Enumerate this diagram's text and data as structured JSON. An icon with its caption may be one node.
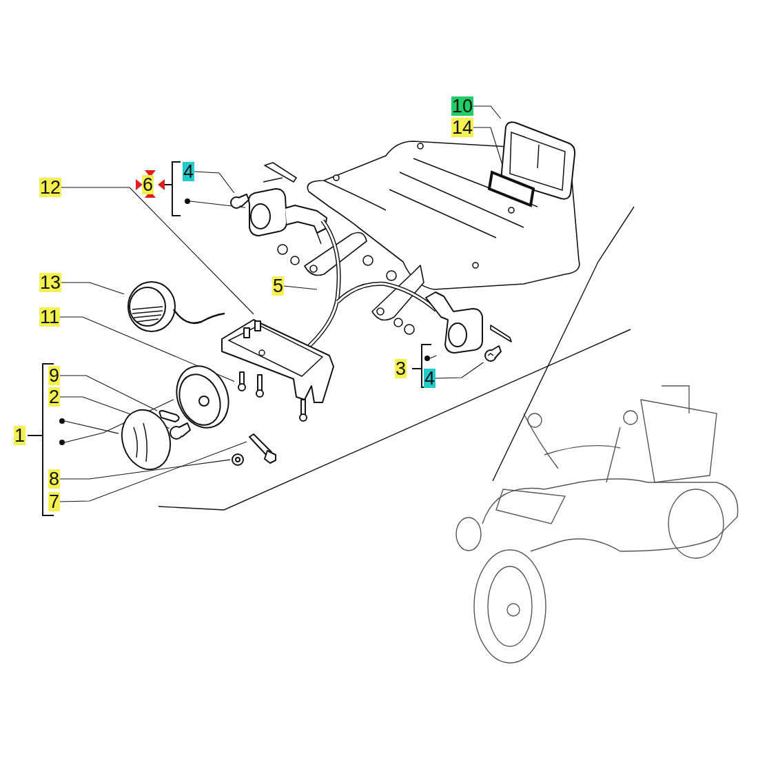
{
  "diagram": {
    "nodes": [
      {
        "text": [
          "10"
        ]
      },
      {
        "text": [
          "14"
        ]
      },
      {
        "text": [],
        "shape": "picture"
      },
      {
        "text": [],
        "shape": "box"
      },
      {
        "text": [
          "4"
        ]
      },
      {
        "text": [
          "6"
        ]
      },
      {
        "text": [],
        "shape": "circle"
      },
      {
        "text": [],
        "shape": "picture"
      },
      {
        "text": [],
        "shape": "picture"
      },
      {
        "text": [
          "12"
        ]
      },
      {
        "text": [
          "13"
        ]
      },
      {
        "text": [],
        "shape": "picture"
      },
      {
        "text": [
          "11"
        ]
      },
      {
        "text": [
          "5"
        ]
      },
      {
        "text": [],
        "shape": "picture"
      },
      {
        "text": [],
        "shape": "picture"
      },
      {
        "text": [],
        "shape": "picture"
      },
      {
        "text": [
          "9"
        ]
      },
      {
        "text": [
          "2"
        ]
      },
      {
        "text": [],
        "shape": "circle"
      },
      {
        "text": [
          "1"
        ]
      },
      {
        "text": [],
        "shape": "circle"
      },
      {
        "text": [
          "8"
        ]
      },
      {
        "text": [
          "7"
        ]
      },
      {
        "text": [],
        "shape": "picture"
      },
      {
        "text": [],
        "shape": "picture"
      },
      {
        "text": [],
        "shape": "picture"
      },
      {
        "text": [],
        "shape": "picture"
      },
      {
        "text": [],
        "shape": "picture"
      },
      {
        "text": [],
        "shape": "picture"
      },
      {
        "text": [
          "3"
        ]
      },
      {
        "text": [],
        "shape": "circle"
      },
      {
        "text": [
          "4"
        ]
      },
      {
        "text": [],
        "shape": "picture"
      },
      {
        "text": [],
        "shape": "picture"
      }
    ],
    "edges": [
      {
        "from": 0,
        "to": 2,
        "arrow": "none"
      },
      {
        "from": 1,
        "to": 3,
        "arrow": "none"
      },
      {
        "from": 4,
        "to": 7,
        "arrow": "none"
      },
      {
        "from": 6,
        "to": 8,
        "arrow": "none"
      },
      {
        "from": 9,
        "to": 15,
        "arrow": "none"
      },
      {
        "from": 10,
        "to": 11,
        "arrow": "none"
      },
      {
        "from": 12,
        "to": 16,
        "arrow": "none"
      },
      {
        "from": 13,
        "to": 14,
        "arrow": "none"
      },
      {
        "from": 17,
        "to": 24,
        "arrow": "none"
      },
      {
        "from": 18,
        "to": 25,
        "arrow": "none"
      },
      {
        "from": 19,
        "to": 26,
        "arrow": "none"
      },
      {
        "from": 21,
        "to": 27,
        "arrow": "none"
      },
      {
        "from": 22,
        "to": 28,
        "arrow": "none"
      },
      {
        "from": 23,
        "to": 29,
        "arrow": "none"
      },
      {
        "from": 31,
        "to": 33,
        "arrow": "none"
      },
      {
        "from": 32,
        "to": 34,
        "arrow": "none"
      }
    ]
  }
}
